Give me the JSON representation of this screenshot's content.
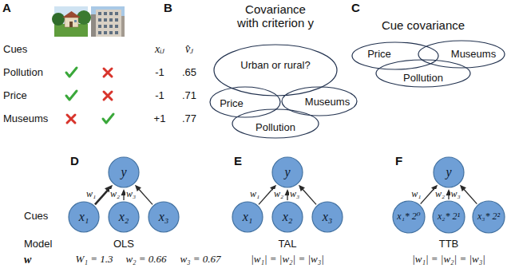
{
  "diagram": {
    "nodes": [
      {
        "text": [
          "Urban or rural?"
        ]
      },
      {
        "text": [
          "Price"
        ]
      },
      {
        "text": [
          "Museums"
        ]
      },
      {
        "text": [
          "Pollution"
        ]
      },
      {
        "text": [
          "Price"
        ]
      },
      {
        "text": [
          "Museums"
        ]
      },
      {
        "text": [
          "Pollution"
        ]
      },
      {
        "text": [
          "y"
        ]
      },
      {
        "text": [
          "x₁"
        ]
      },
      {
        "text": [
          "x₂"
        ]
      },
      {
        "text": [
          "x₃"
        ]
      },
      {
        "text": [
          "y"
        ]
      },
      {
        "text": [
          "x₁"
        ]
      },
      {
        "text": [
          "x₂"
        ]
      },
      {
        "text": [
          "x₃"
        ]
      },
      {
        "text": [
          "y"
        ]
      },
      {
        "text": [
          "x₁* 2⁰"
        ]
      },
      {
        "text": [
          "x₂* 2¹"
        ]
      },
      {
        "text": [
          "x₃* 2²"
        ]
      }
    ],
    "edges": [
      {
        "from": 8,
        "to": 7,
        "label": "w₁",
        "arrow": "to"
      },
      {
        "from": 9,
        "to": 7,
        "label": "w₂",
        "arrow": "to"
      },
      {
        "from": 10,
        "to": 7,
        "label": "w₃",
        "arrow": "to"
      },
      {
        "from": 12,
        "to": 11,
        "label": "w₁",
        "arrow": "to"
      },
      {
        "from": 13,
        "to": 11,
        "label": "w₂",
        "arrow": "to"
      },
      {
        "from": 14,
        "to": 11,
        "label": "w₃",
        "arrow": "to"
      },
      {
        "from": 16,
        "to": 15,
        "label": "w₁",
        "arrow": "to"
      },
      {
        "from": 17,
        "to": 15,
        "label": "w₂",
        "arrow": "to"
      },
      {
        "from": 18,
        "to": 15,
        "label": "w₃",
        "arrow": "to"
      }
    ],
    "labels": [
      "A",
      "Cues",
      "xᵢⱼ",
      "v̂ⱼ",
      "Pollution",
      "-1",
      ".65",
      "Price",
      "-1",
      ".71",
      "Museums",
      "+1",
      ".77",
      "B",
      "Covariance with criterion y",
      "C",
      "Cue covariance",
      "D",
      "E",
      "F",
      "Cues",
      "Model",
      "w",
      "OLS",
      "TAL",
      "TTB",
      "W₁ = 1.3",
      "w₂ = 0.66",
      "w₃ = 0.67",
      "|w₁| = |w₂| = |w₃|",
      "|w₁| = |w₂| = |w₃|"
    ]
  }
}
